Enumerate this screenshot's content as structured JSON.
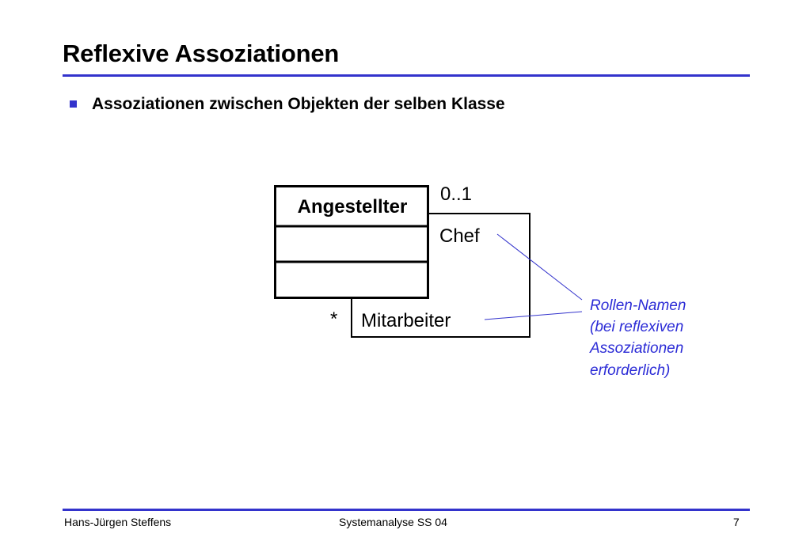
{
  "slide": {
    "title": "Reflexive Assoziationen",
    "bullet": "Assoziationen zwischen Objekten der selben Klasse"
  },
  "diagram": {
    "class_name": "Angestellter",
    "multiplicity_top": "0..1",
    "role_top": "Chef",
    "multiplicity_bottom": "*",
    "role_bottom": "Mitarbeiter",
    "note_lines": [
      "Rollen-Namen",
      "(bei reflexiven",
      "Assoziationen",
      "erforderlich)"
    ]
  },
  "footer": {
    "author": "Hans-Jürgen Steffens",
    "course": "Systemanalyse SS 04",
    "page": "7"
  },
  "colors": {
    "accent": "#3333cc",
    "bullet": "#3333cc",
    "note_text": "#2b2bd6",
    "text": "#000000"
  }
}
